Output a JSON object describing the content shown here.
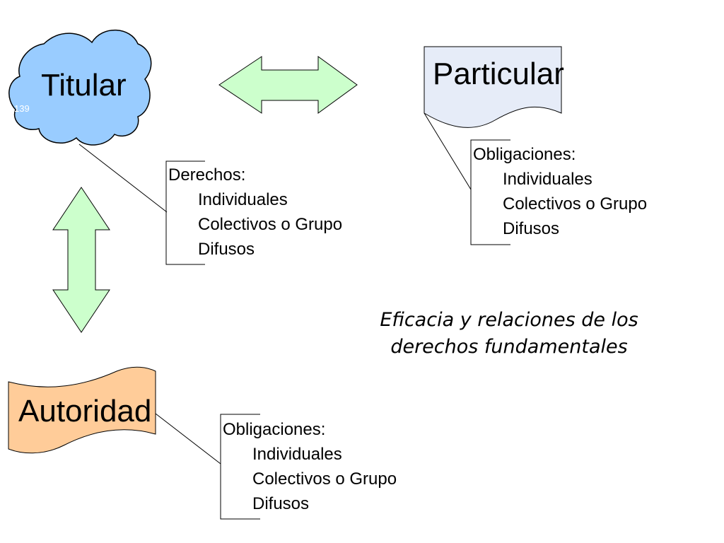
{
  "nodes": {
    "titular": {
      "label": "Titular",
      "badge": "139",
      "color": "#99CCFF"
    },
    "particular": {
      "label": "Particular",
      "color": "#E6ECF8"
    },
    "autoridad": {
      "label": "Autoridad",
      "color": "#FFCC99"
    }
  },
  "arrow_color": "#CCFFCC",
  "lists": {
    "derechos": {
      "title": "Derechos:",
      "bullet": "",
      "items": [
        "Individuales",
        "Colectivos o Grupo",
        "Difusos"
      ]
    },
    "obligaciones_particular": {
      "title": "Obligaciones:",
      "bullet": "",
      "items": [
        "Individuales",
        "Colectivos o Grupo",
        "Difusos"
      ]
    },
    "obligaciones_autoridad": {
      "title": "Obligaciones:",
      "bullet": "",
      "items": [
        "Individuales",
        "Colectivos o Grupo",
        "Difusos"
      ]
    }
  },
  "caption": {
    "line1": "Eficacia y relaciones de los",
    "line2": "derechos fundamentales"
  }
}
